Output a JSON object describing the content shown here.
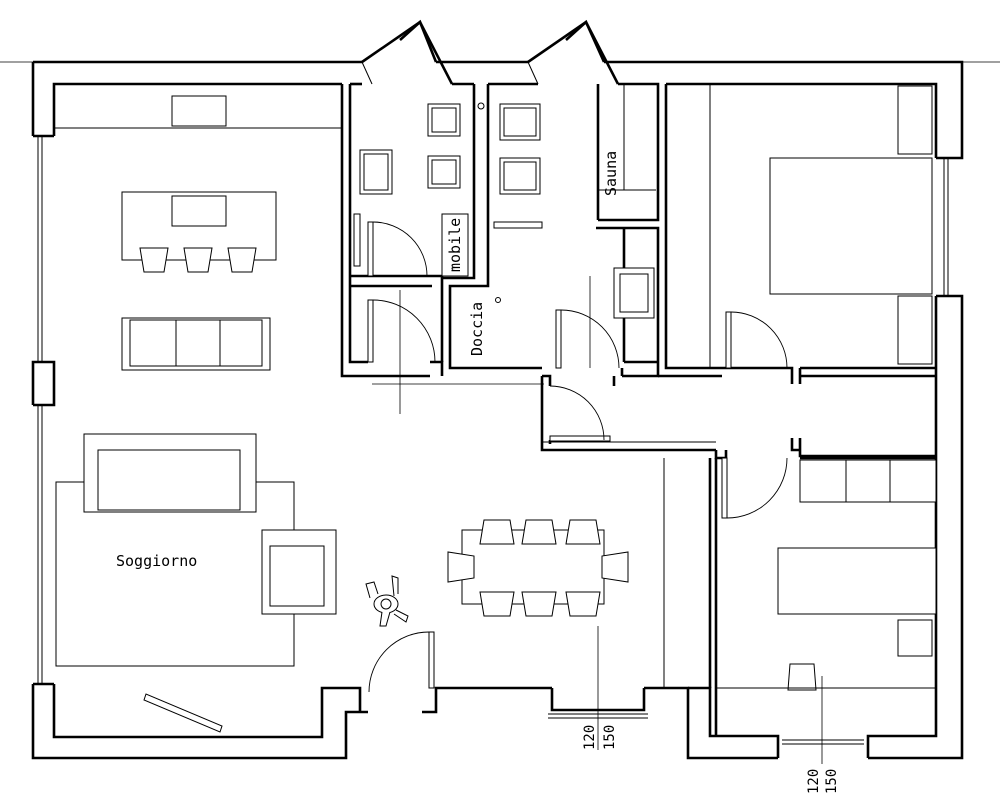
{
  "rooms": {
    "living": "Soggiorno",
    "shower": "Doccia",
    "sauna": "Sauna",
    "cabinet": "mobile"
  },
  "dimensions": {
    "window_main_a": "120",
    "window_main_b": "150",
    "window_small_a": "120",
    "window_small_b": "150"
  }
}
